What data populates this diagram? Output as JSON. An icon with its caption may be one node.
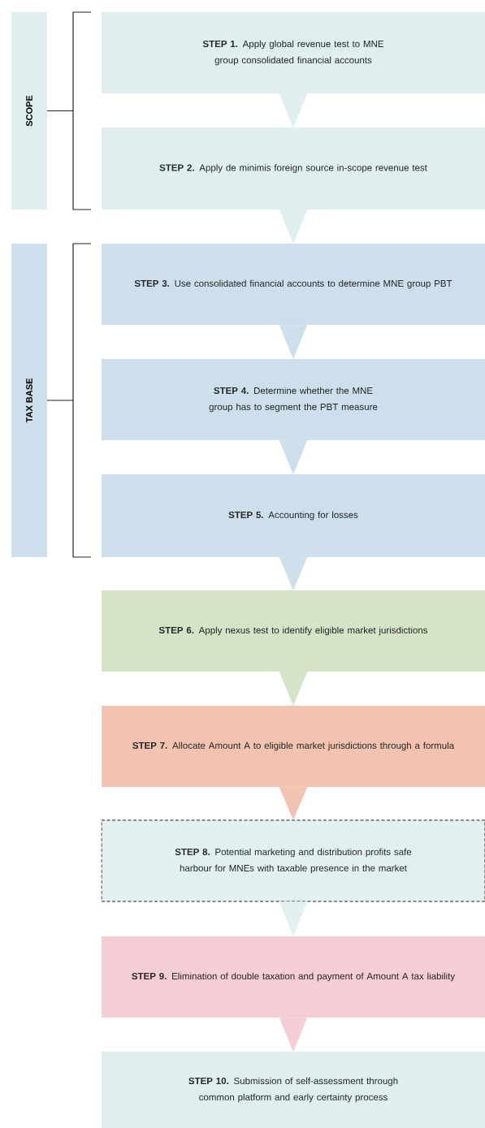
{
  "diagram": {
    "nodes": [
      {
        "text": [
          "SCOPE"
        ]
      },
      {
        "text": [
          "**STEP 1.** Apply global revenue test to MNE group consolidated financial accounts"
        ]
      },
      {
        "text": [
          "**STEP 2.** Apply de minimis foreign source in-scope revenue test"
        ]
      },
      {
        "text": [
          "TAX BASE"
        ]
      },
      {
        "text": [
          "**STEP 3.** Use consolidated financial accounts to determine MNE group PBT"
        ]
      },
      {
        "text": [
          "**STEP 4.** Determine whether the MNE group has to segment the PBT measure"
        ]
      },
      {
        "text": [
          "**STEP 5.** Accounting for losses"
        ]
      },
      {
        "text": [
          "**STEP 6.** Apply nexus test to identify eligible market jurisdictions"
        ]
      },
      {
        "text": [
          "**STEP 7.** Allocate Amount A to eligible market jurisdictions through a formula"
        ]
      },
      {
        "text": [
          "**STEP 8.** Potential marketing and distribution profits safe harbour for MNEs with taxable presence in the market"
        ]
      },
      {
        "text": [
          "**STEP 9.** Elimination of double taxation and payment of Amount A tax liability"
        ]
      },
      {
        "text": [
          "**STEP 10.** Submission of self-assessment through common platform and early certainty process"
        ]
      }
    ],
    "edges": [
      {
        "from": 1,
        "to": 2,
        "arrow": "to"
      },
      {
        "from": 2,
        "to": 4,
        "arrow": "to"
      },
      {
        "from": 4,
        "to": 5,
        "arrow": "to"
      },
      {
        "from": 5,
        "to": 6,
        "arrow": "to"
      },
      {
        "from": 6,
        "to": 7,
        "arrow": "to"
      },
      {
        "from": 7,
        "to": 8,
        "arrow": "to"
      },
      {
        "from": 8,
        "to": 9,
        "arrow": "to"
      },
      {
        "from": 9,
        "to": 10,
        "arrow": "to"
      },
      {
        "from": 10,
        "to": 11,
        "arrow": "to"
      }
    ]
  }
}
